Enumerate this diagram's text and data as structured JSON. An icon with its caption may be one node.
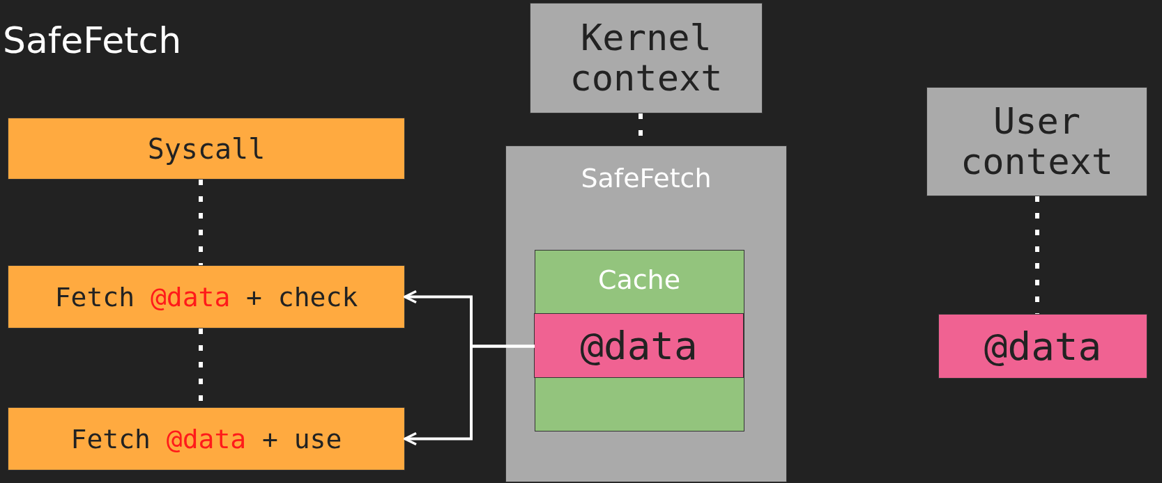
{
  "diagram": {
    "title": "SafeFetch",
    "nodes": [
      {
        "text": [
          "Syscall"
        ]
      },
      {
        "text": [
          "Fetch",
          "@data",
          "+ check"
        ]
      },
      {
        "text": [
          "Fetch",
          "@data",
          "+ use"
        ]
      },
      {
        "text": [
          "Kernel context"
        ]
      },
      {
        "text": [
          "SafeFetch"
        ]
      },
      {
        "text": [
          "Cache"
        ],
        "in": 4
      },
      {
        "text": [
          "@data"
        ],
        "in": 5
      },
      {
        "text": [
          "User context"
        ]
      },
      {
        "text": [
          "@data"
        ]
      }
    ],
    "edges": [
      {
        "from": 0,
        "to": 1,
        "arrow": "none",
        "style": "dashed"
      },
      {
        "from": 1,
        "to": 2,
        "arrow": "none",
        "style": "dashed"
      },
      {
        "from": 3,
        "to": 4,
        "arrow": "none",
        "style": "dashed"
      },
      {
        "from": 7,
        "to": 8,
        "arrow": "none",
        "style": "dashed"
      },
      {
        "from": 6,
        "to": 1,
        "arrow": "to"
      },
      {
        "from": 6,
        "to": 2,
        "arrow": "to"
      }
    ]
  }
}
